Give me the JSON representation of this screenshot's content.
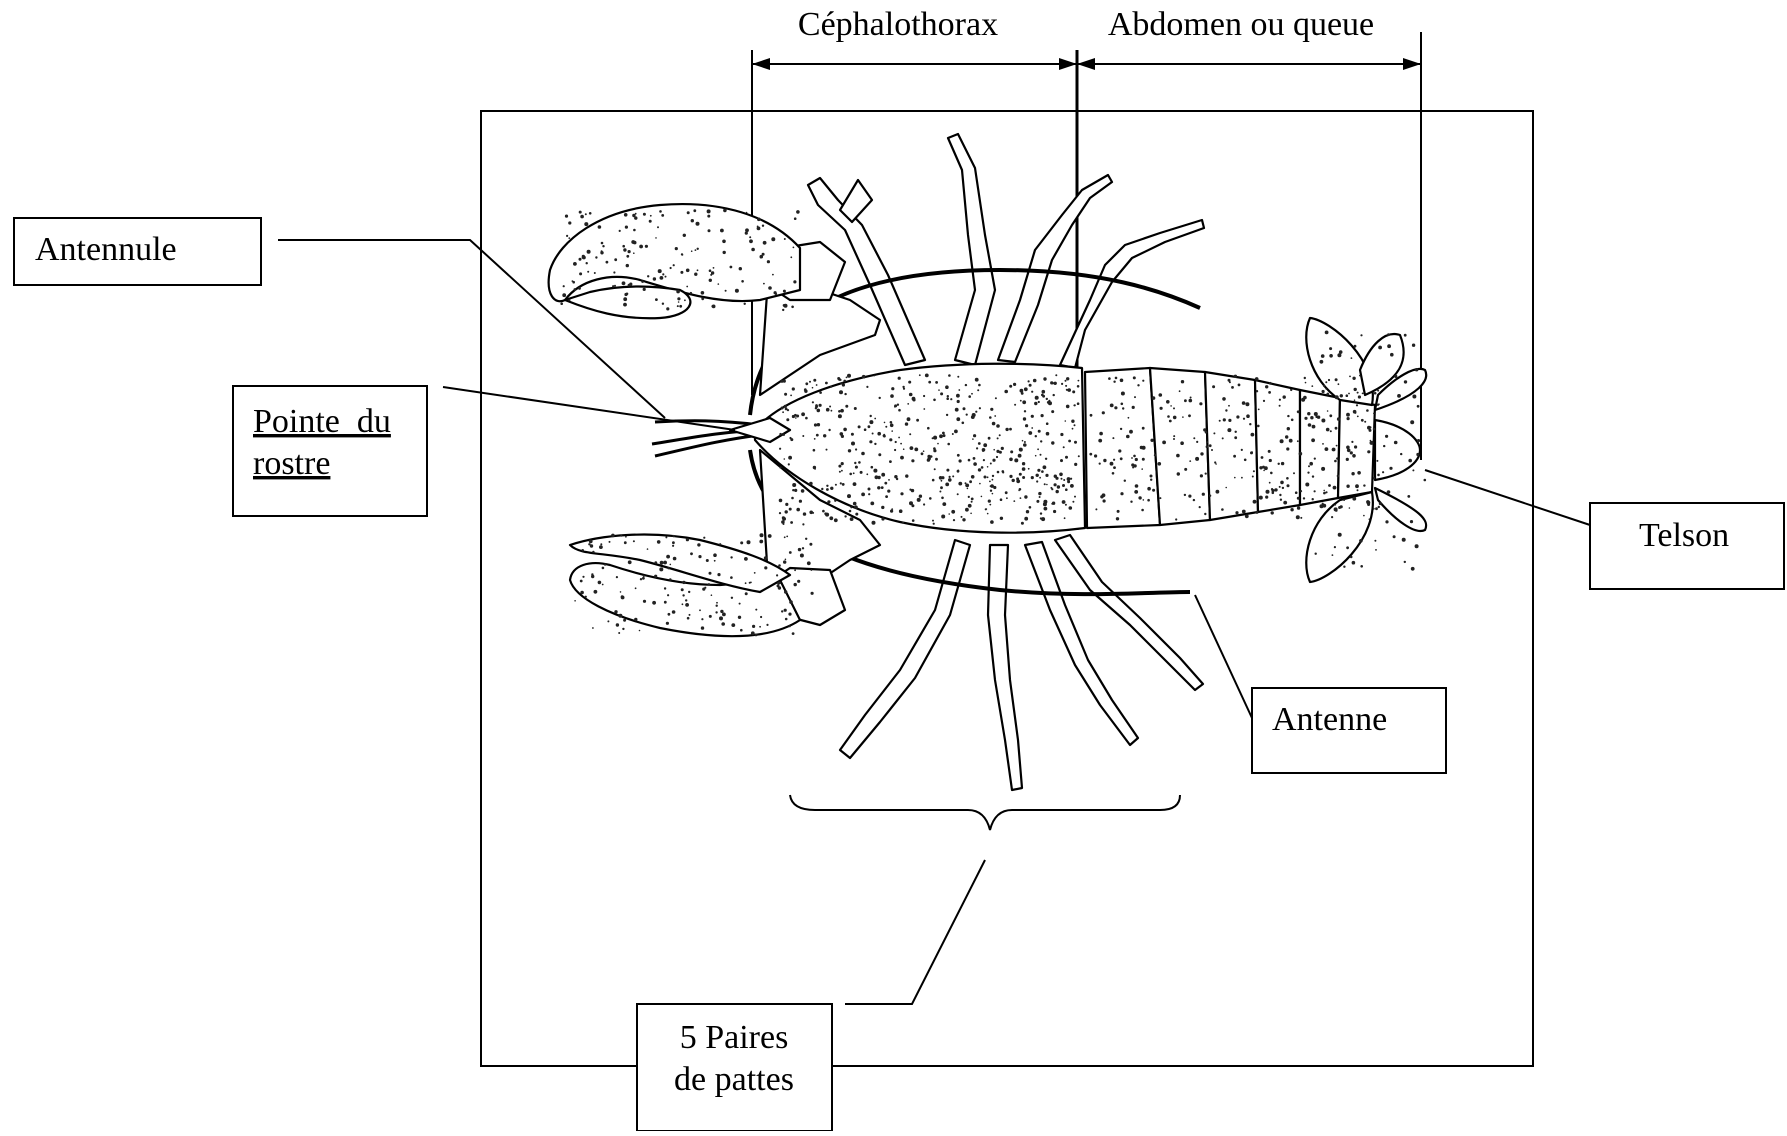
{
  "diagram": {
    "spans": {
      "cephalothorax": "Céphalothorax",
      "abdomen": "Abdomen ou queue"
    },
    "labels": {
      "antennule": "Antennule",
      "rostre_line1": "Pointe  du",
      "rostre_line2": "rostre",
      "telson": "Telson",
      "antenne": "Antenne",
      "pattes_line1": "5 Paires",
      "pattes_line2": "de pattes"
    },
    "colors": {
      "ink": "#000000",
      "background": "#ffffff",
      "stipple": "#222222"
    }
  }
}
